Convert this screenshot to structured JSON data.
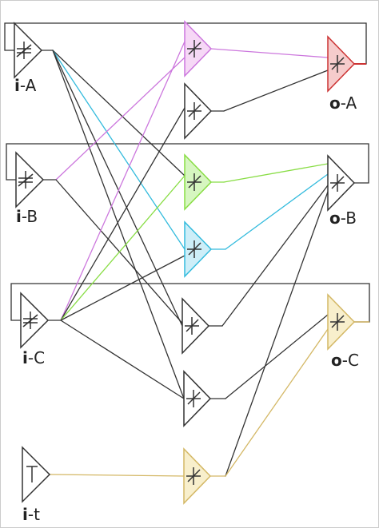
{
  "diagram": {
    "colors": {
      "border": "#cccccc",
      "stroke": "#333333",
      "magenta": "#cc77dd",
      "cyan": "#33bbdd",
      "green": "#88dd44",
      "gold": "#d4b866",
      "red": "#cc3333",
      "fill_magenta": "#f6d8f6",
      "fill_cyan": "#cdeef8",
      "fill_green": "#d6f6c0",
      "fill_gold": "#f8efcc",
      "fill_red": "#f6cccc"
    },
    "input_labels": [
      {
        "prefix": "i",
        "suffix": "-A"
      },
      {
        "prefix": "i",
        "suffix": "-B"
      },
      {
        "prefix": "i",
        "suffix": "-C"
      },
      {
        "prefix": "i",
        "suffix": "-t"
      }
    ],
    "output_labels": [
      {
        "prefix": "o",
        "suffix": "-A"
      },
      {
        "prefix": "o",
        "suffix": "-B"
      },
      {
        "prefix": "o",
        "suffix": "-C"
      }
    ]
  }
}
